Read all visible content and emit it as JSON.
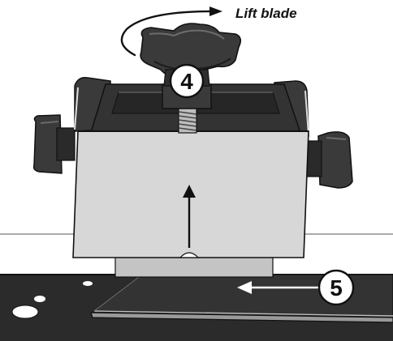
{
  "annotation": {
    "lift_label": "Lift blade"
  },
  "callouts": {
    "step4": "4",
    "step5": "5"
  },
  "colors": {
    "dark_part": "#3a3a3a",
    "darker_part": "#262626",
    "blade_plate": "#d7d7d7",
    "board": "#2b2b2b",
    "outline": "#111111",
    "callout_fill": "#ffffff"
  }
}
